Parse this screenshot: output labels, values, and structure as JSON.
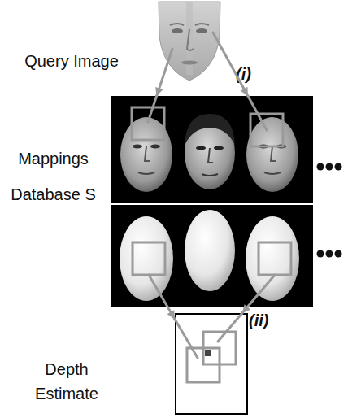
{
  "diagram": {
    "nodes": [
      {
        "text": [
          "Query Image"
        ]
      },
      {
        "text": [
          "Mappings Database S"
        ]
      },
      {
        "text": [
          "Depth Estimate"
        ]
      }
    ],
    "edges": [
      {
        "from": 0,
        "to": 1,
        "arrow": "to"
      },
      {
        "from": 0,
        "to": 1,
        "arrow": "to"
      },
      {
        "from": 1,
        "to": 2,
        "arrow": "to"
      },
      {
        "from": 1,
        "to": 2,
        "arrow": "to"
      }
    ],
    "labels": [
      "(i)",
      "(ii)"
    ]
  }
}
